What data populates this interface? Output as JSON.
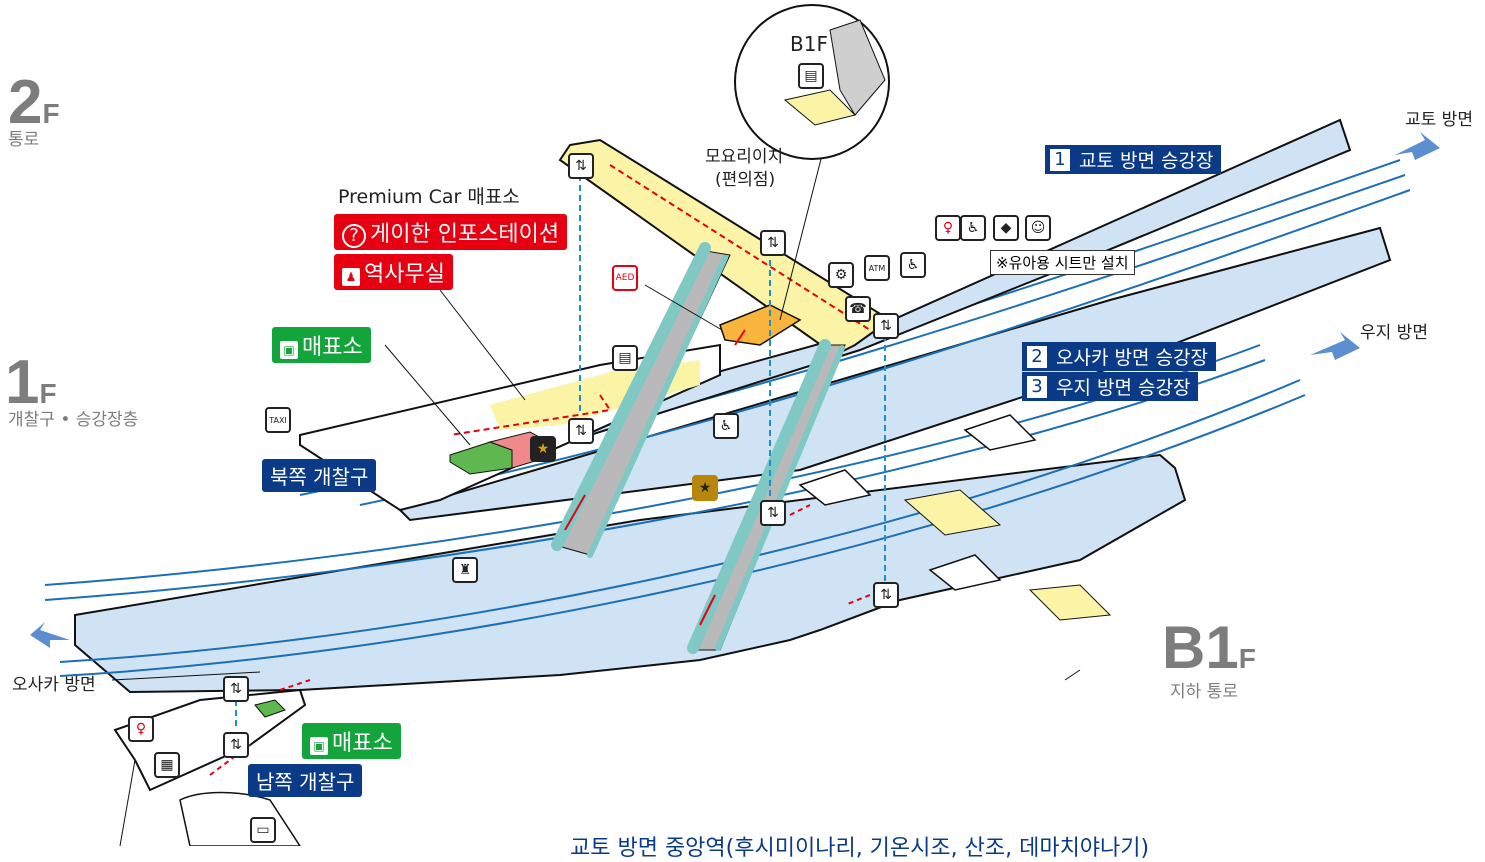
{
  "floors": {
    "f2": {
      "number": "2",
      "suffix": "F",
      "label": "통로"
    },
    "f1": {
      "number": "1",
      "suffix": "F",
      "label": "개찰구 • 승강장층"
    },
    "b1": {
      "number": "B1",
      "suffix": "F",
      "label": "지하 통로"
    }
  },
  "inset": {
    "title": "B1F"
  },
  "directions": {
    "kyoto": "교토 방면",
    "uji": "우지 방면",
    "osaka": "오사카 방면"
  },
  "platforms": [
    {
      "num": "1",
      "label": "교토 방면 승강장"
    },
    {
      "num": "2",
      "label": "오사카 방면 승강장"
    },
    {
      "num": "3",
      "label": "우지 방면 승강장"
    }
  ],
  "labels": {
    "premium_car": "Premium Car 매표소",
    "info_station": "게이한 인포스테이션",
    "info_icon": "?",
    "station_office": "역사무실",
    "ticket_office_north": "매표소",
    "ticket_office_south": "매표소",
    "north_gate": "북쪽 개찰구",
    "south_gate": "남쪽 개찰구",
    "convenience_store_name": "모요리이치",
    "convenience_store_type": "(편의점)",
    "baby_seat_note": "※유아용 시트만 설치",
    "aed": "AED",
    "taxi": "TAXI",
    "atm": "ATM",
    "bottom_text": "교토 방면 중앙역(후시미이나리, 기온시조, 산조, 데마치야나기)"
  },
  "colors": {
    "floor": "#cfe3f5",
    "concourse": "#fbf3a6",
    "escalator": "#7fc8c4",
    "accent_red": "#e60012",
    "green": "#13a43b",
    "navy": "#0b3a87",
    "arrow_blue": "#1c8fd1"
  }
}
